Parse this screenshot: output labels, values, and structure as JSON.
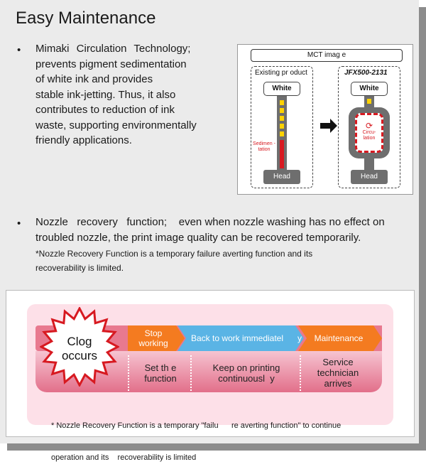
{
  "title": "Easy Maintenance",
  "bullet_symbol": "•",
  "bullet1": {
    "lines": [
      "Mimaki  Circulation  Technology;",
      "prevents pigment sedimentation",
      "of white ink and provides",
      "stable ink-jetting. Thus, it also",
      "contributes to reduction of ink",
      "waste, supporting environmentally",
      "friendly applications."
    ]
  },
  "mct_figure": {
    "title": "MCT imag  e",
    "left_label": "Existing pr oduct",
    "right_label": "JFX500-2131",
    "white_label": "White",
    "head_label": "Head",
    "sediment_label": "Sedimen\n-tation",
    "circulation_label": "Circu-\nlation",
    "colors": {
      "tube": "#6e6e6e",
      "ink": "#ffd200",
      "alert": "#d71920"
    }
  },
  "bullet2": {
    "lines": [
      "Nozzle   recovery   function;    even when nozzle washing has no effect on",
      "troubled nozzle, the print image quality can be recovered temporarily."
    ],
    "note_lines": [
      "*Nozzle Recovery Function is a temporary failure averting function and its",
      "recoverability is limited."
    ]
  },
  "flow": {
    "clog_label": "Clog\noccurs",
    "arrows": [
      {
        "label": "Stop\nworking",
        "color": "#f47b20"
      },
      {
        "label": "Back to work immediatel      y",
        "color": "#5ab4e5"
      },
      {
        "label": "Maintenance",
        "color": "#f47b20"
      }
    ],
    "lower": [
      "Set th  e\nfunction",
      "Keep on printing\ncontinuousl  y",
      "Service\ntechnician\narrives"
    ],
    "footnote_lines": [
      "* Nozzle Recovery Function is a temporary \"failu      re averting function\" to continue",
      "operation and its    recoverability is limited"
    ]
  }
}
